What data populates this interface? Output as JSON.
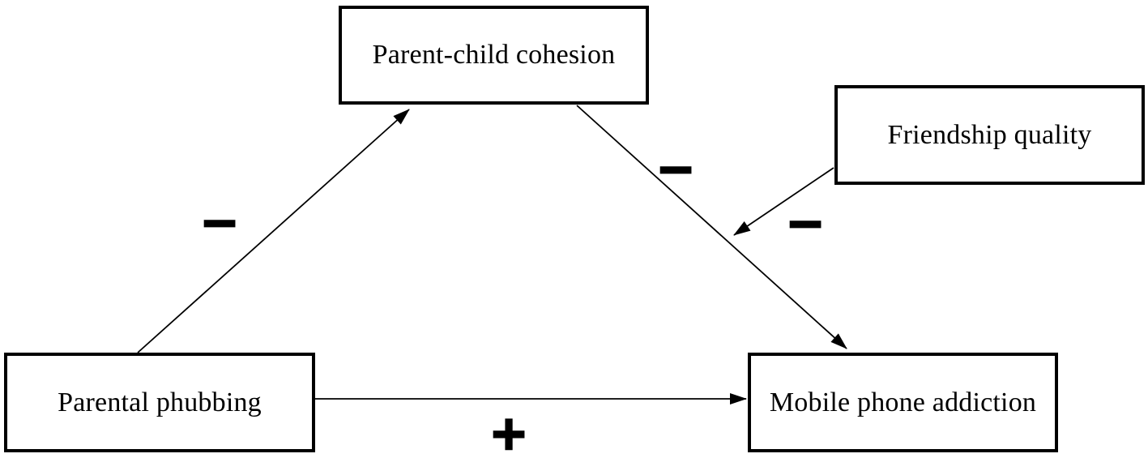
{
  "figure": {
    "background_color": "#ffffff",
    "line_color": "#000000",
    "text_color": "#000000",
    "nodes": {
      "cohesion": {
        "label": "Parent-child cohesion"
      },
      "friendship": {
        "label": "Friendship quality"
      },
      "phubbing": {
        "label": "Parental phubbing"
      },
      "addiction": {
        "label": "Mobile phone addiction"
      }
    },
    "edges": {
      "phubbing_to_cohesion": {
        "from": "Parental phubbing",
        "to": "Parent-child cohesion",
        "sign": "−"
      },
      "cohesion_to_addiction": {
        "from": "Parent-child cohesion",
        "to": "Mobile phone addiction",
        "sign": "−"
      },
      "friendship_moderation": {
        "from": "Friendship quality",
        "to": "cohesion-addiction path",
        "sign": "−"
      },
      "phubbing_to_addiction": {
        "from": "Parental phubbing",
        "to": "Mobile phone addiction",
        "sign": "+"
      }
    }
  }
}
